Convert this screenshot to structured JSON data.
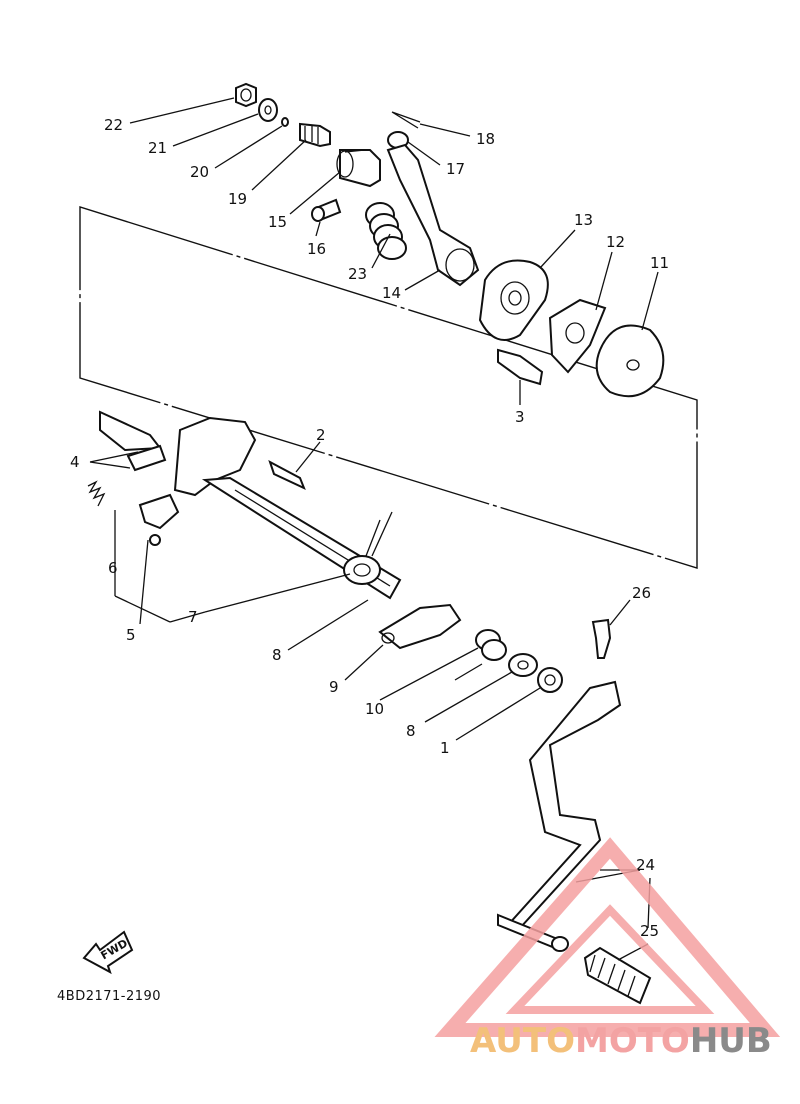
{
  "diagram": {
    "drawing_code": "4BD2171-2190",
    "fwd_label": "FWD",
    "labels": {
      "p1": "1",
      "p2": "2",
      "p3": "3",
      "p4": "4",
      "p5": "5",
      "p6": "6",
      "p7": "7",
      "p8a": "8",
      "p8b": "8",
      "p9": "9",
      "p10": "10",
      "p11": "11",
      "p12": "12",
      "p13": "13",
      "p14": "14",
      "p15": "15",
      "p16": "16",
      "p17": "17",
      "p18": "18",
      "p19": "19",
      "p20": "20",
      "p21": "21",
      "p22": "22",
      "p23": "23",
      "p24": "24",
      "p25": "25",
      "p26": "26"
    }
  },
  "watermark": {
    "word_auto": "AUTO",
    "word_moto": "MOTO",
    "word_hub": "HUB",
    "colors": {
      "auto": "#f3c07a",
      "moto": "#f3a3a3",
      "hub": "#8a8a8a",
      "triangle": "#f5a0a0"
    }
  }
}
